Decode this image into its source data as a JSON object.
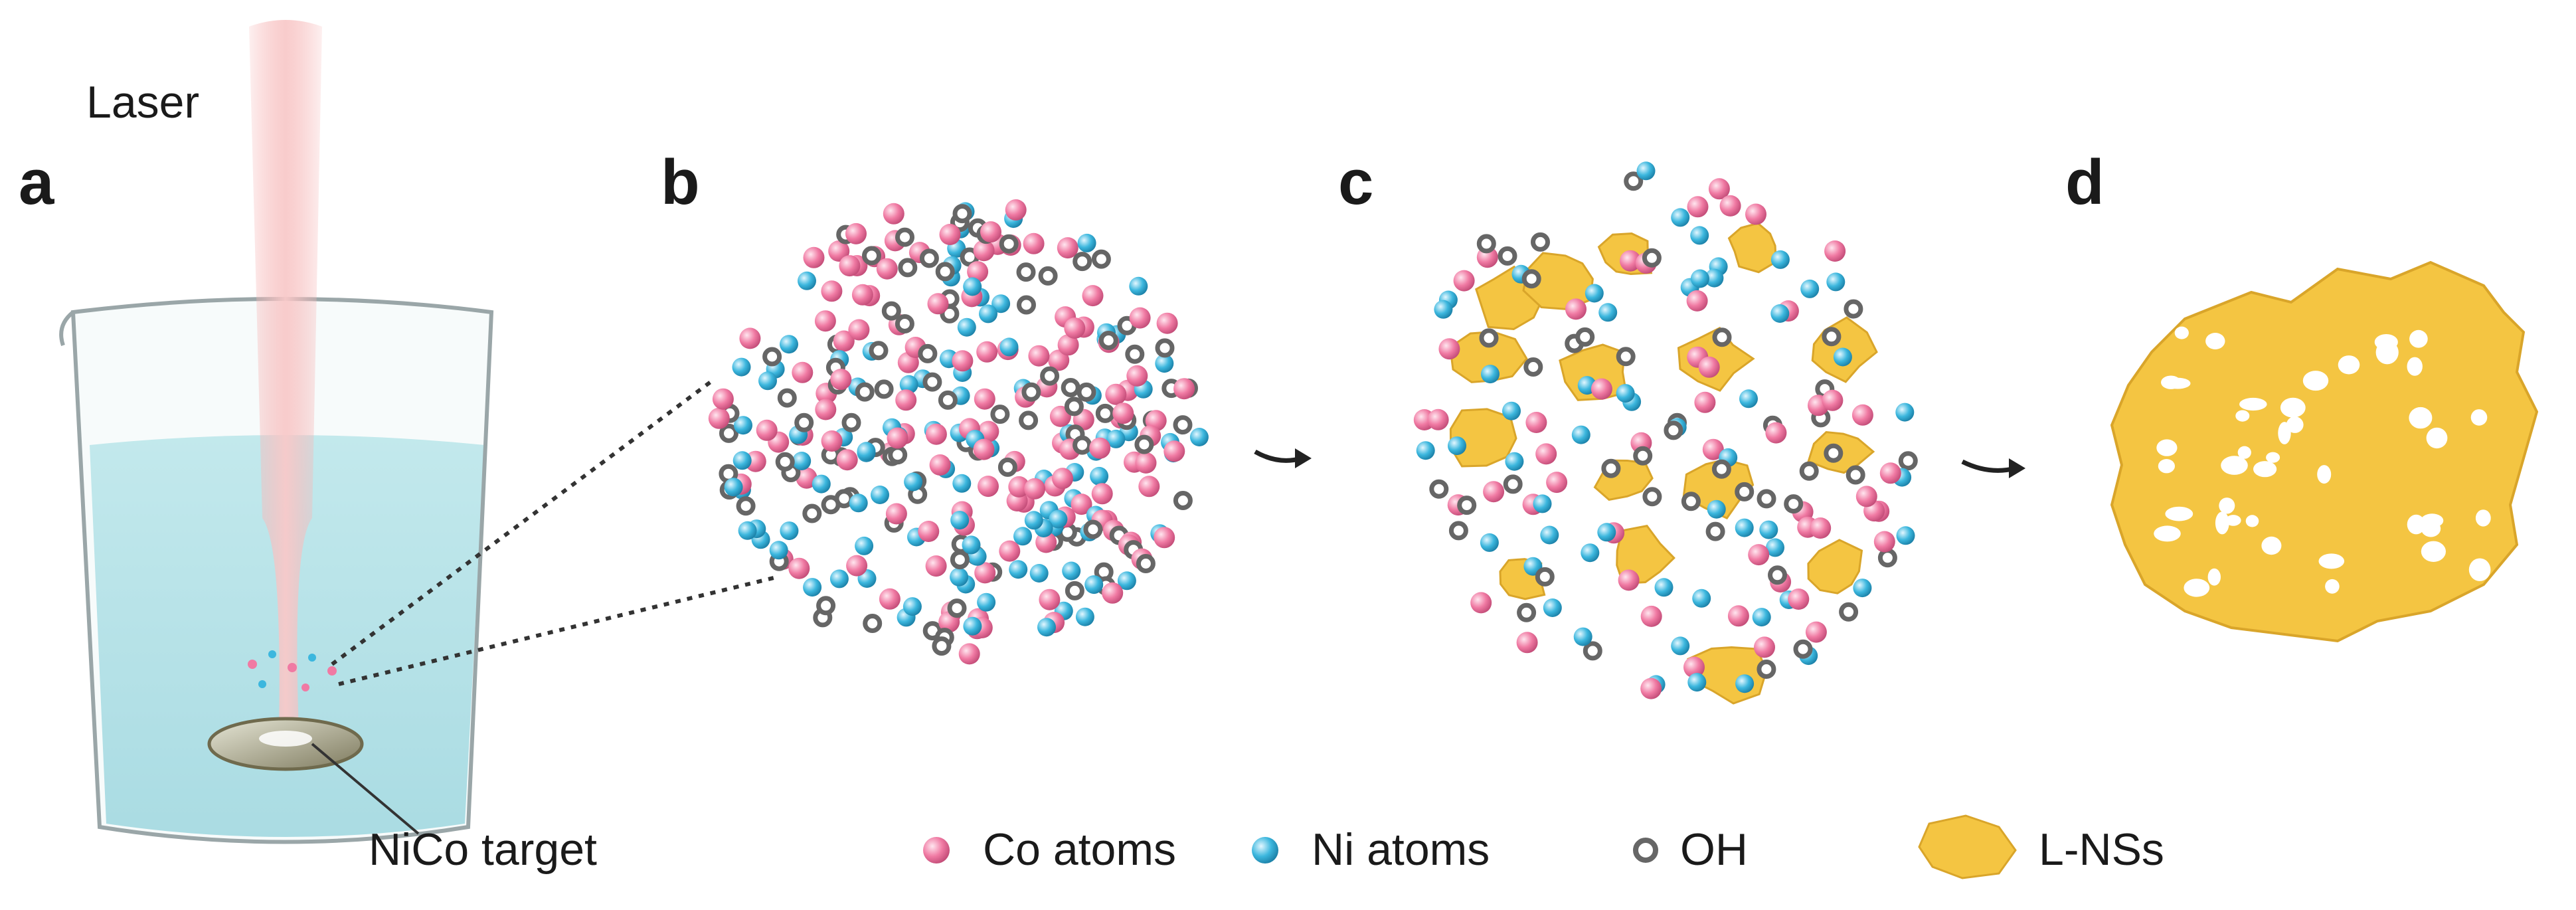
{
  "panels": {
    "a": {
      "letter": "a",
      "laser_label": "Laser",
      "target_label": "NiCo target"
    },
    "b": {
      "letter": "b"
    },
    "c": {
      "letter": "c"
    },
    "d": {
      "letter": "d"
    }
  },
  "legend": [
    {
      "key": "co",
      "label": "Co atoms",
      "symbol": "pink-sphere-icon"
    },
    {
      "key": "ni",
      "label": "Ni atoms",
      "symbol": "blue-sphere-icon"
    },
    {
      "key": "oh",
      "label": "OH",
      "symbol": "gray-ring-icon"
    },
    {
      "key": "lns",
      "label": "L-NSs",
      "symbol": "yellow-flake-icon"
    }
  ],
  "colors": {
    "co_atom": "#f07aa3",
    "ni_atom": "#3cb7de",
    "oh_ring": "#666666",
    "nanosheet": "#f4c542",
    "water": "#8fd5dd",
    "laser": "#f2a3a3",
    "arrow": "#222222"
  }
}
